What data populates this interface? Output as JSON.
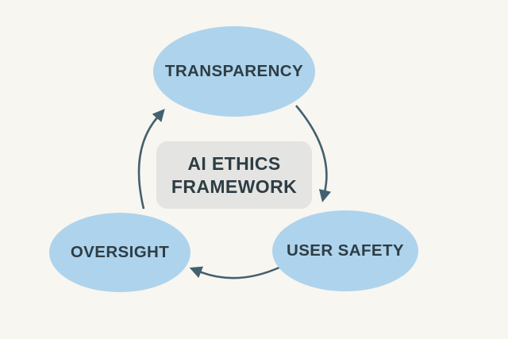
{
  "diagram": {
    "center": {
      "title_line1": "AI ETHICS",
      "title_line2": "FRAMEWORK"
    },
    "nodes": [
      {
        "id": "transparency",
        "label": "TRANSPARENCY"
      },
      {
        "id": "oversight",
        "label": "OVERSIGHT"
      },
      {
        "id": "user_safety",
        "label": "USER SAFETY"
      }
    ],
    "arrows": [
      {
        "name": "oversight-to-transparency",
        "from": "OVERSIGHT",
        "to": "TRANSPARENCY"
      },
      {
        "name": "transparency-to-user-safety",
        "from": "TRANSPARENCY",
        "to": "USER SAFETY"
      },
      {
        "name": "user-safety-to-oversight",
        "from": "USER SAFETY",
        "to": "OVERSIGHT"
      }
    ]
  },
  "colors": {
    "background": "#f8f6f1",
    "node_fill": "#aed3ed",
    "center_fill": "#e4e4e2",
    "text": "#2e3d44",
    "arrow": "#44606e"
  }
}
